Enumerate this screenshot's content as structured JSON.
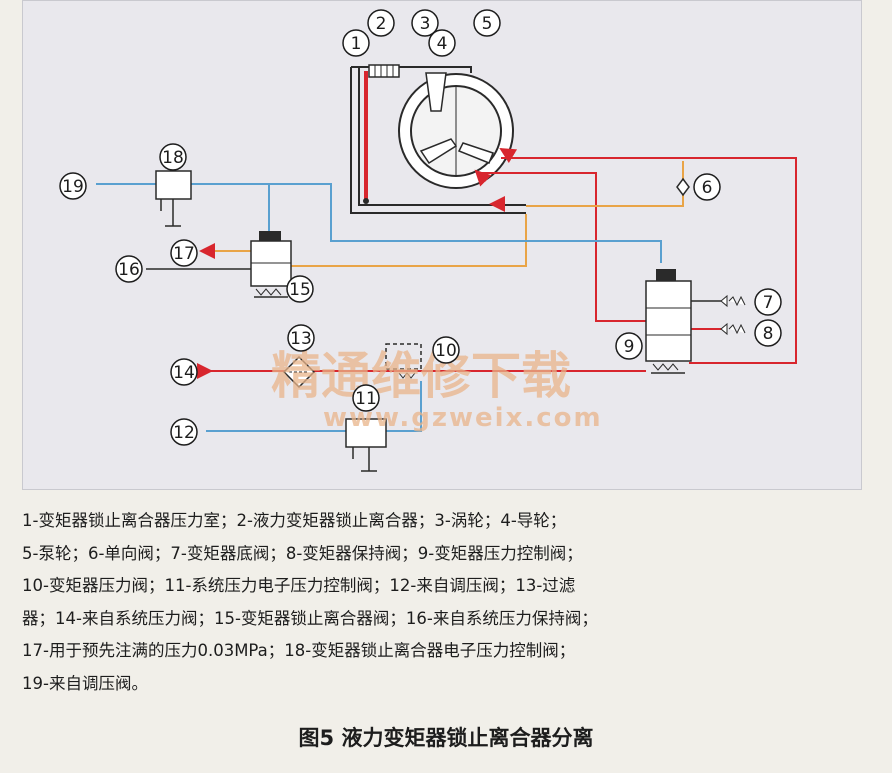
{
  "diagram": {
    "callouts": [
      "1",
      "2",
      "3",
      "4",
      "5",
      "6",
      "7",
      "8",
      "9",
      "10",
      "11",
      "12",
      "13",
      "14",
      "15",
      "16",
      "17",
      "18",
      "19"
    ],
    "watermark": {
      "text": "精通维修下载",
      "url": "www.gzweix.com"
    },
    "colors": {
      "red": "#d8262e",
      "blue": "#5aa0d0",
      "orange": "#e9a447",
      "dark": "#2a2a2a"
    }
  },
  "legend": {
    "lines": [
      "1-变矩器锁止离合器压力室；2-液力变矩器锁止离合器；3-涡轮；4-导轮；",
      "5-泵轮；6-单向阀；7-变矩器底阀；8-变矩器保持阀；9-变矩器压力控制阀；",
      "10-变矩器压力阀；11-系统压力电子压力控制阀；12-来自调压阀；13-过滤",
      "器；14-来自系统压力阀；15-变矩器锁止离合器阀；16-来自系统压力保持阀；",
      "17-用于预先注满的压力0.03MPa；18-变矩器锁止离合器电子压力控制阀；",
      "19-来自调压阀。"
    ]
  },
  "caption": "图5 液力变矩器锁止离合器分离"
}
